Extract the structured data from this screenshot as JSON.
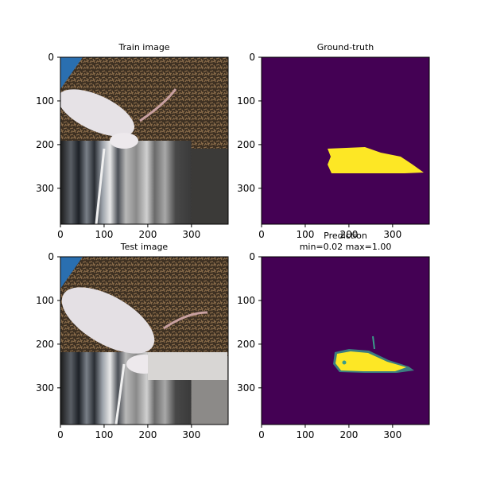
{
  "figure": {
    "panels": [
      {
        "key": "train",
        "title_lines": [
          "Train image"
        ],
        "x_ticks": [
          "0",
          "100",
          "200",
          "300"
        ],
        "y_ticks": [
          "0",
          "100",
          "200",
          "300"
        ]
      },
      {
        "key": "gt",
        "title_lines": [
          "Ground-truth"
        ],
        "x_ticks": [
          "0",
          "100",
          "200",
          "300"
        ],
        "y_ticks": [
          "0",
          "100",
          "200",
          "300"
        ]
      },
      {
        "key": "test",
        "title_lines": [
          "Test image"
        ],
        "x_ticks": [
          "0",
          "100",
          "200",
          "300"
        ],
        "y_ticks": [
          "0",
          "100",
          "200",
          "300"
        ]
      },
      {
        "key": "pred",
        "title_lines": [
          "Prediction",
          "min=0.02 max=1.00"
        ],
        "x_ticks": [
          "0",
          "100",
          "200",
          "300"
        ],
        "y_ticks": [
          "0",
          "100",
          "200",
          "300"
        ]
      }
    ],
    "colors": {
      "mask_bg": "#440154",
      "mask_fg": "#fde725",
      "mask_edge": "#3b9c8a",
      "axis": "#000000"
    }
  }
}
